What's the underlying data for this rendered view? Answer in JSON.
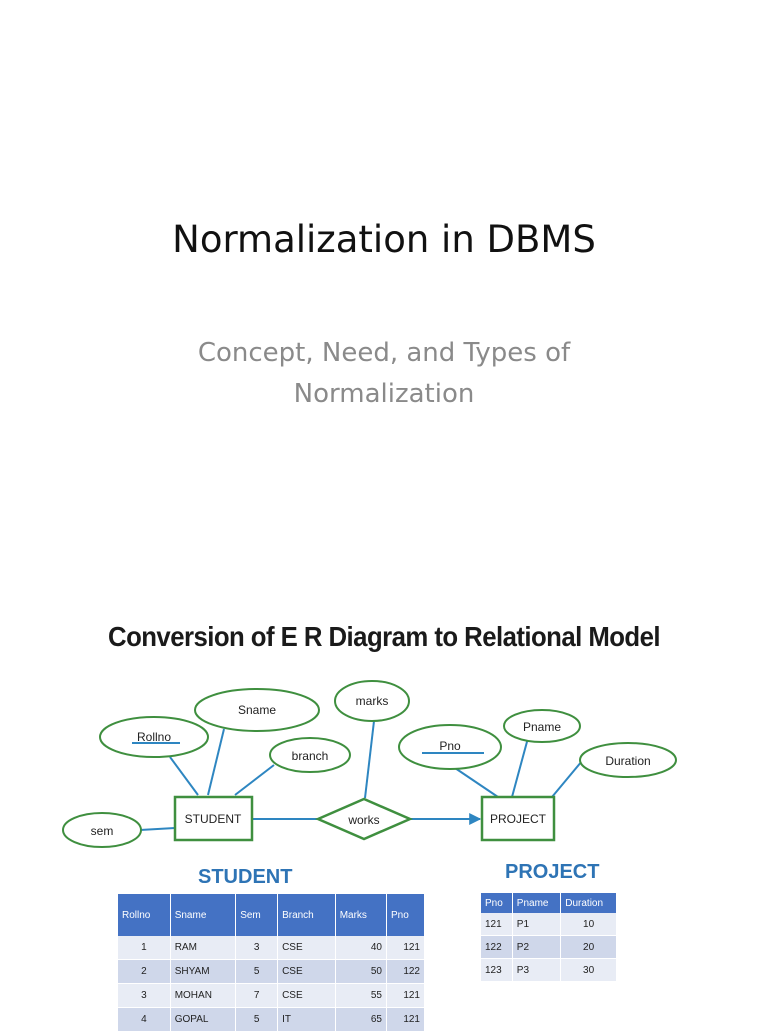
{
  "slide1": {
    "title": "Normalization in DBMS",
    "subtitle_line1": "Concept, Need, and Types of",
    "subtitle_line2": "Normalization"
  },
  "slide2": {
    "title": "Conversion of E R Diagram to Relational Model",
    "er": {
      "attributes": {
        "rollno": "Rollno",
        "sname": "Sname",
        "branch": "branch",
        "sem": "sem",
        "marks": "marks",
        "pno": "Pno",
        "pname": "Pname",
        "duration": "Duration"
      },
      "entities": {
        "student": "STUDENT",
        "project": "PROJECT"
      },
      "relationship": "works"
    },
    "student_table": {
      "title": "STUDENT",
      "headers": [
        "Rollno",
        "Sname",
        "Sem",
        "Branch",
        "Marks",
        "Pno"
      ],
      "rows": [
        [
          "1",
          "RAM",
          "3",
          "CSE",
          "40",
          "121"
        ],
        [
          "2",
          "SHYAM",
          "5",
          "CSE",
          "50",
          "122"
        ],
        [
          "3",
          "MOHAN",
          "7",
          "CSE",
          "55",
          "121"
        ],
        [
          "4",
          "GOPAL",
          "5",
          "IT",
          "65",
          "121"
        ]
      ]
    },
    "project_table": {
      "title": "PROJECT",
      "headers": [
        "Pno",
        "Pname",
        "Duration"
      ],
      "rows": [
        [
          "121",
          "P1",
          "10"
        ],
        [
          "122",
          "P2",
          "20"
        ],
        [
          "123",
          "P3",
          "30"
        ]
      ]
    },
    "colors": {
      "ellipse_stroke": "#3f8f3f",
      "connector": "#2e86c1",
      "table_header": "#4472c4",
      "table_title": "#2e74b5"
    }
  }
}
